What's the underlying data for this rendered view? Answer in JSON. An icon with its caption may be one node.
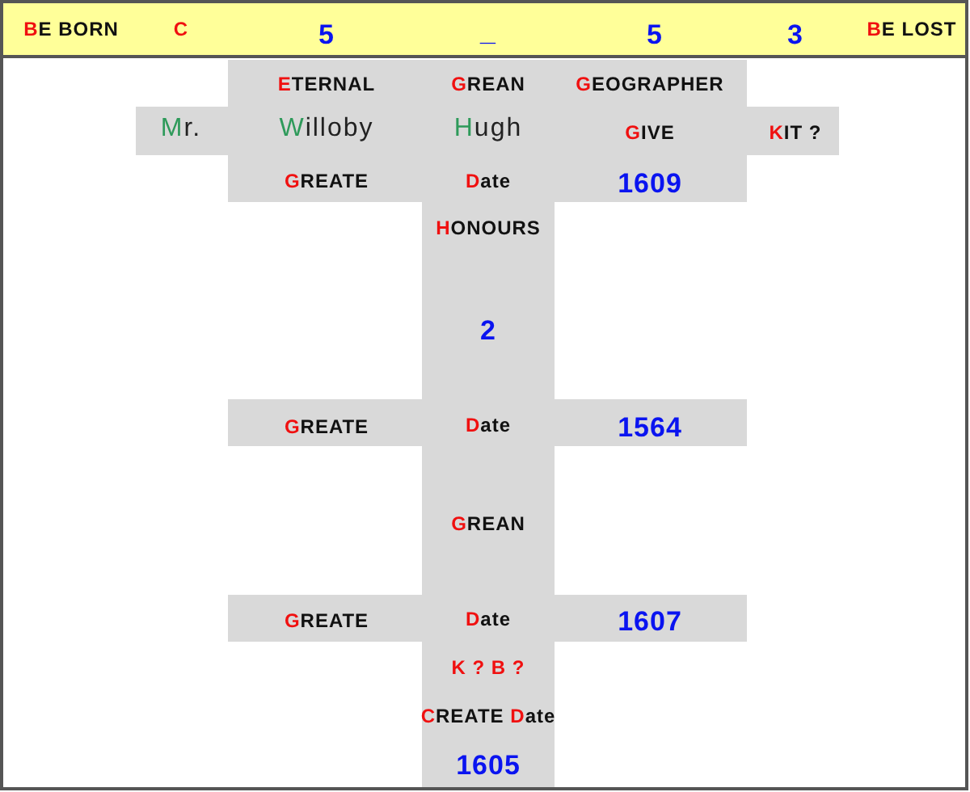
{
  "diagram": {
    "labels": [
      "BE BORN",
      "C",
      "5",
      "_",
      "5",
      "3",
      "BE LOST",
      "ETERNAL",
      "GREAN",
      "GEOGRAPHER",
      "Mr.",
      "Willoby",
      "Hugh",
      "GIVE",
      "KIT ?",
      "GREATE",
      "Date",
      "1609",
      "HONOURS",
      "2",
      "GREATE",
      "Date",
      "1564",
      "GREAN",
      "GREATE",
      "Date",
      "1607",
      "K ? B ?",
      "CREATE Date",
      "1605"
    ]
  }
}
